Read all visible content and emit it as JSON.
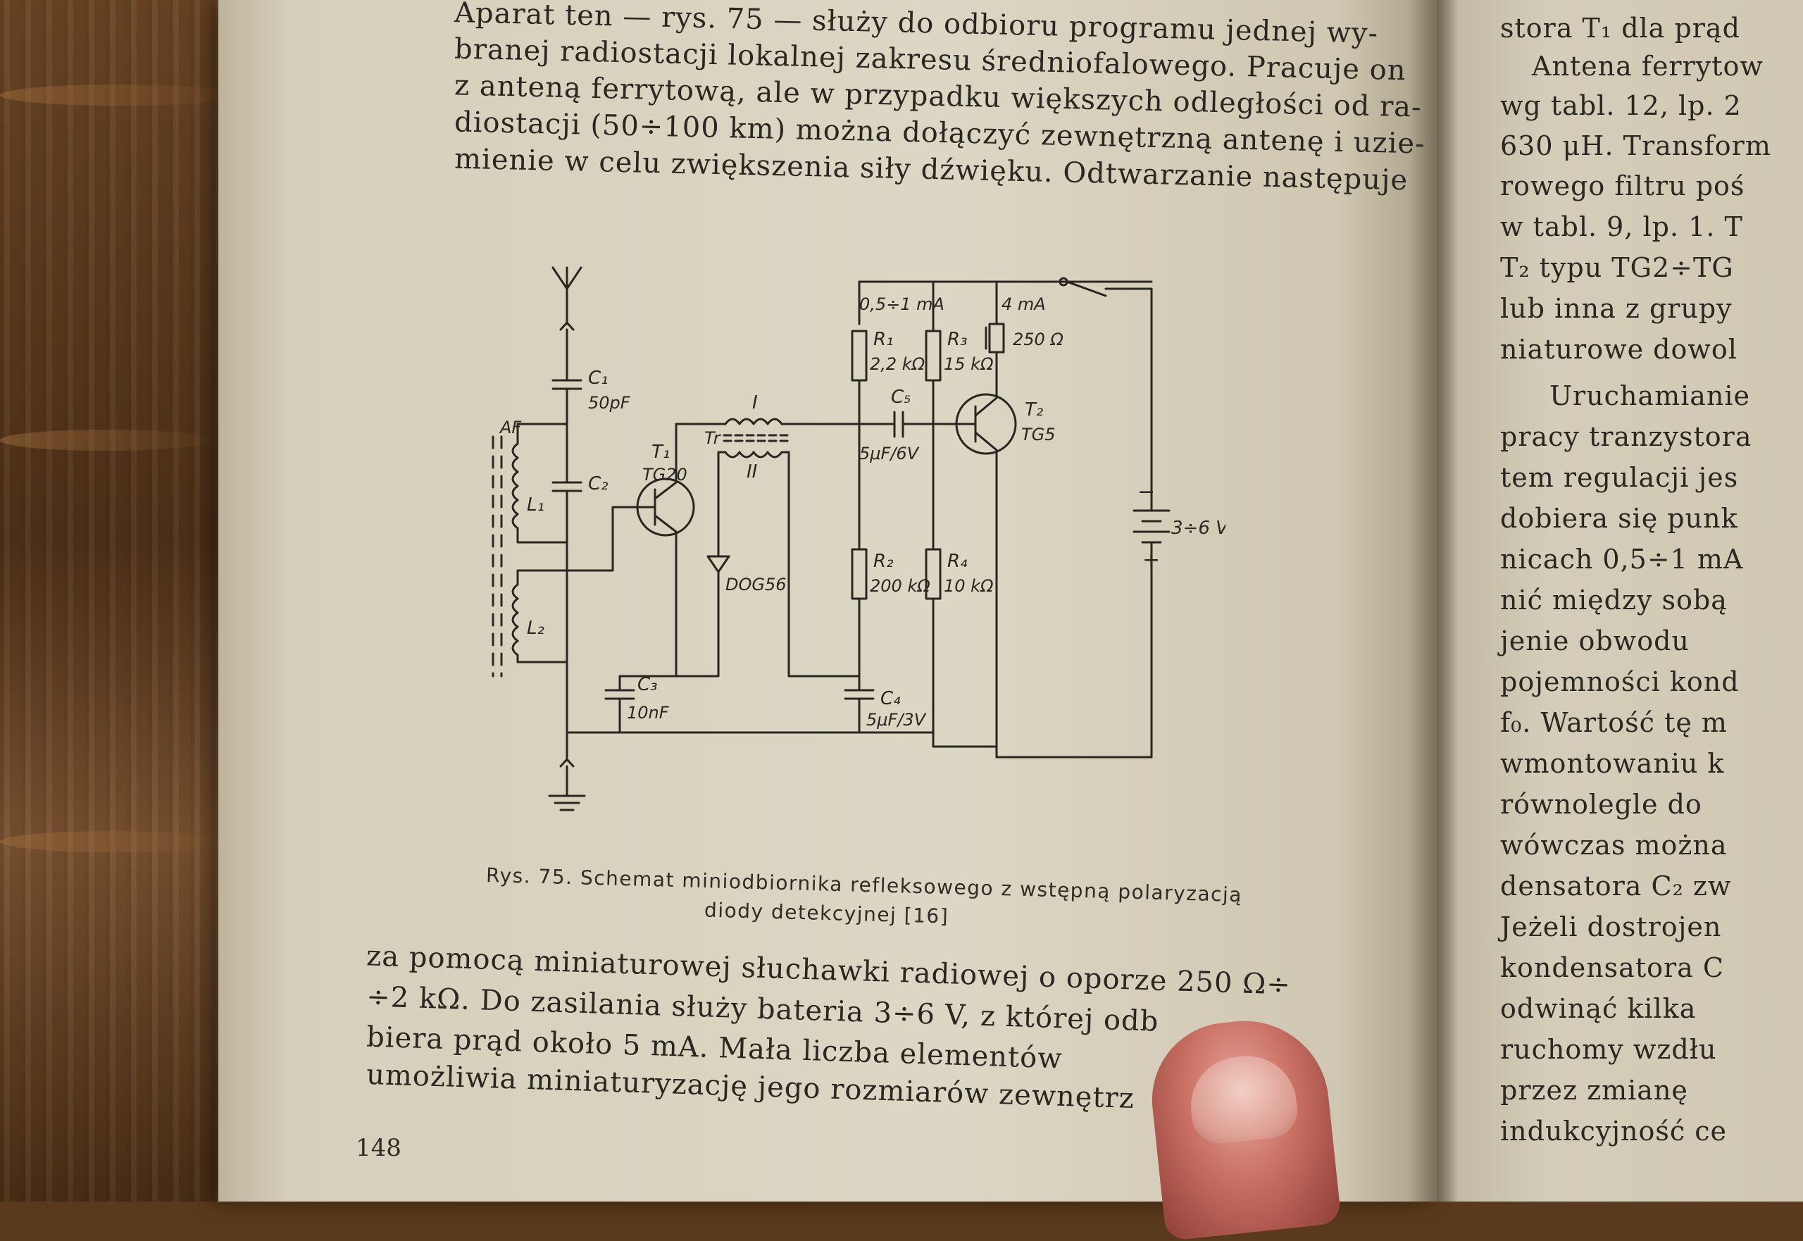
{
  "page": {
    "paragraph_top": [
      "Aparat ten — rys. 75 — służy do odbioru programu jednej wy-",
      "branej radiostacji lokalnej zakresu średniofalowego. Pracuje on",
      "z anteną ferrytową, ale w przypadku większych odległości od ra-",
      "diostacji (50÷100 km) można dołączyć zewnętrzną antenę i uzie-",
      "mienie w celu zwiększenia siły dźwięku. Odtwarzanie następuje"
    ],
    "caption": [
      "Rys. 75. Schemat miniodbiornika refleksowego z wstępną polaryzacją",
      "diody detekcyjnej [16]"
    ],
    "paragraph_bottom": [
      "za pomocą miniaturowej słuchawki radiowej o oporze 250 Ω÷",
      "÷2 kΩ. Do zasilania służy bateria 3÷6 V, z której odb",
      "biera prąd około 5 mA. Mała liczba elementów",
      "umożliwia miniaturyzację jego rozmiarów zewnętrz"
    ],
    "page_number": "148"
  },
  "right_page": {
    "lines": [
      "stora T₁ dla prąd",
      "Antena ferrytow",
      "wg tabl. 12, lp. 2",
      "630 μH. Transform",
      "rowego filtru poś",
      "w tabl. 9, lp. 1. T",
      "T₂ typu TG2÷TG",
      "lub inna z grupy",
      "niaturowe dowol",
      "Uruchamianie",
      "pracy tranzystora",
      "tem regulacji jes",
      "dobiera się punk",
      "nicach 0,5÷1 mA",
      "nić między sobą",
      "jenie obwodu",
      "pojemności kond",
      "f₀. Wartość tę m",
      "wmontowaniu k",
      "równolegle do",
      "wówczas można",
      "densatora C₂ zw",
      "Jeżeli dostrojen",
      "kondensatora C",
      "odwinąć kilka",
      "ruchomy wzdłu",
      "przez zmianę",
      "indukcyjność ce"
    ]
  },
  "schematic": {
    "labels": {
      "c1": "C₁",
      "c1_val": "50pF",
      "af": "AF",
      "l1": "L₁",
      "l2": "L₂",
      "c2": "C₂",
      "c3": "C₃",
      "c3_val": "10nF",
      "t1": "T₁",
      "t1_type": "TG20",
      "tr": "Tr",
      "tr_i": "I",
      "tr_ii": "II",
      "diode": "DOG56",
      "i1": "0,5÷1 mA",
      "r1": "R₁",
      "r1_val": "2,2 kΩ",
      "r2": "R₂",
      "r2_val": "200 kΩ",
      "c4": "C₄",
      "c4_val": "5μF/3V",
      "c5": "C₅",
      "c5_val": "5μF/6V",
      "r3": "R₃",
      "r3_val": "15 kΩ",
      "r4": "R₄",
      "r4_val": "10 kΩ",
      "t2": "T₂",
      "t2_type": "TG5",
      "i2": "4 mA",
      "phone": "250 Ω",
      "battery": "3÷6 V",
      "minus": "−",
      "plus": "+"
    }
  },
  "colors": {
    "ink": "#2a2620",
    "paper": "#dcd6c4"
  }
}
